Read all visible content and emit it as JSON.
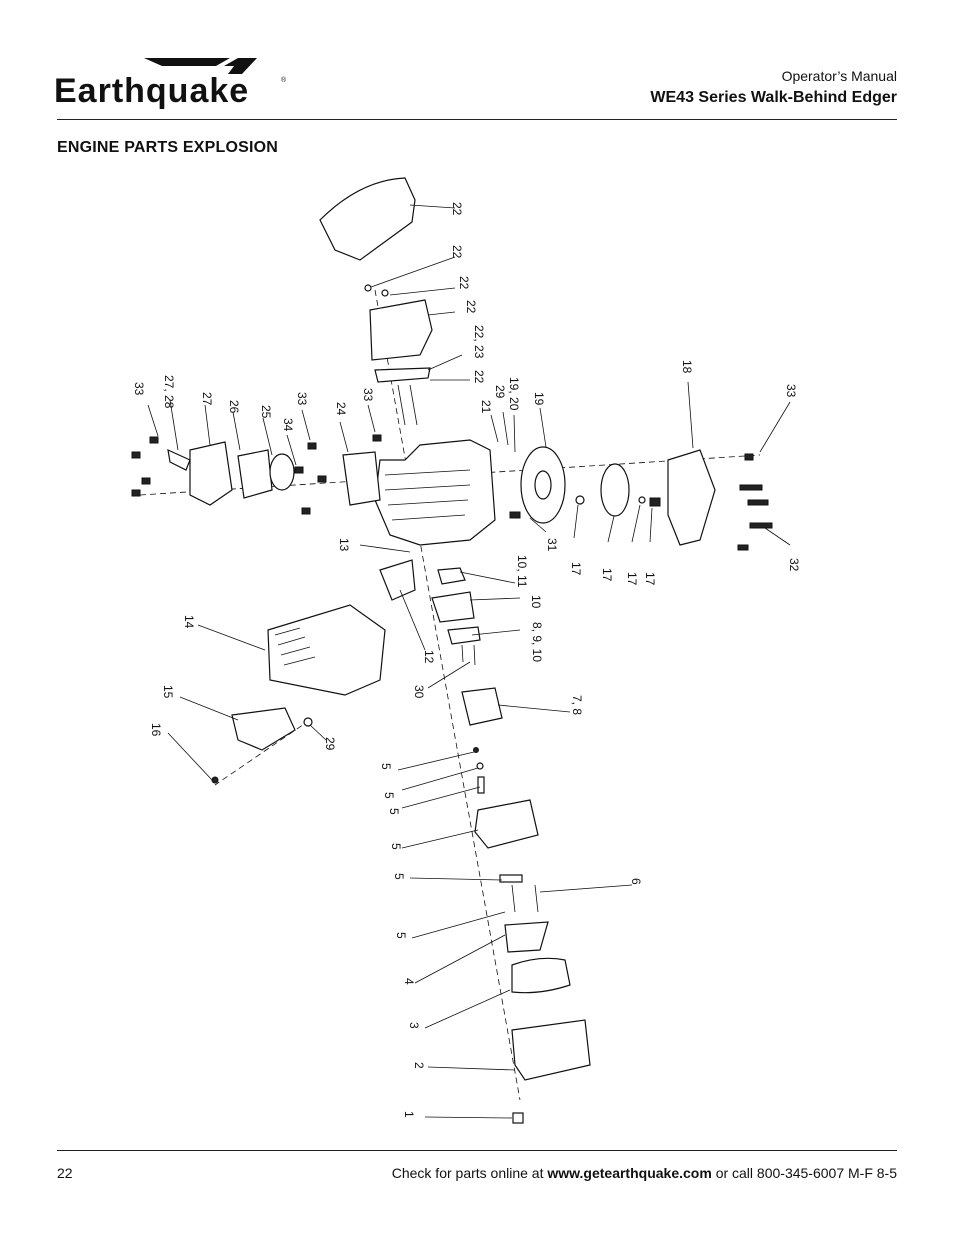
{
  "header": {
    "brand": "Earthquake",
    "manual_label": "Operator’s Manual",
    "series_title": "WE43 Series Walk-Behind Edger"
  },
  "section": {
    "title": "ENGINE PARTS EXPLOSION"
  },
  "callouts": [
    {
      "id": "c22a",
      "text": "22"
    },
    {
      "id": "c22b",
      "text": "22"
    },
    {
      "id": "c22c",
      "text": "22"
    },
    {
      "id": "c22d",
      "text": "22"
    },
    {
      "id": "c2223",
      "text": "22, 23"
    },
    {
      "id": "c22e",
      "text": "22"
    },
    {
      "id": "c33a",
      "text": "33"
    },
    {
      "id": "c2728",
      "text": "27, 28"
    },
    {
      "id": "c27",
      "text": "27"
    },
    {
      "id": "c26",
      "text": "26"
    },
    {
      "id": "c25",
      "text": "25"
    },
    {
      "id": "c34",
      "text": "34"
    },
    {
      "id": "c33b",
      "text": "33"
    },
    {
      "id": "c24",
      "text": "24"
    },
    {
      "id": "c33c",
      "text": "33"
    },
    {
      "id": "c21",
      "text": "21"
    },
    {
      "id": "c29a",
      "text": "29"
    },
    {
      "id": "c1920",
      "text": "19, 20"
    },
    {
      "id": "c19",
      "text": "19"
    },
    {
      "id": "c18",
      "text": "18"
    },
    {
      "id": "c33d",
      "text": "33"
    },
    {
      "id": "c13",
      "text": "13"
    },
    {
      "id": "c31",
      "text": "31"
    },
    {
      "id": "c17a",
      "text": "17"
    },
    {
      "id": "c17b",
      "text": "17"
    },
    {
      "id": "c17c",
      "text": "17"
    },
    {
      "id": "c17d",
      "text": "17"
    },
    {
      "id": "c32",
      "text": "32"
    },
    {
      "id": "c1011",
      "text": "10, 11"
    },
    {
      "id": "c10",
      "text": "10"
    },
    {
      "id": "c8910",
      "text": "8, 9, 10"
    },
    {
      "id": "c14",
      "text": "14"
    },
    {
      "id": "c12",
      "text": "12"
    },
    {
      "id": "c30",
      "text": "30"
    },
    {
      "id": "c78",
      "text": "7, 8"
    },
    {
      "id": "c15",
      "text": "15"
    },
    {
      "id": "c16",
      "text": "16"
    },
    {
      "id": "c29b",
      "text": "29"
    },
    {
      "id": "c5a",
      "text": "5"
    },
    {
      "id": "c5b",
      "text": "5"
    },
    {
      "id": "c5c",
      "text": "5"
    },
    {
      "id": "c5d",
      "text": "5"
    },
    {
      "id": "c5e",
      "text": "5"
    },
    {
      "id": "c5f",
      "text": "5"
    },
    {
      "id": "c6",
      "text": "6"
    },
    {
      "id": "c4",
      "text": "4"
    },
    {
      "id": "c3",
      "text": "3"
    },
    {
      "id": "c2",
      "text": "2"
    },
    {
      "id": "c1",
      "text": "1"
    }
  ],
  "footer": {
    "page_number": "22",
    "text_prefix": "Check for parts online at",
    "website": "www.getearthquake.com",
    "text_suffix": "or call 800-345-6007 M-F 8-5"
  }
}
